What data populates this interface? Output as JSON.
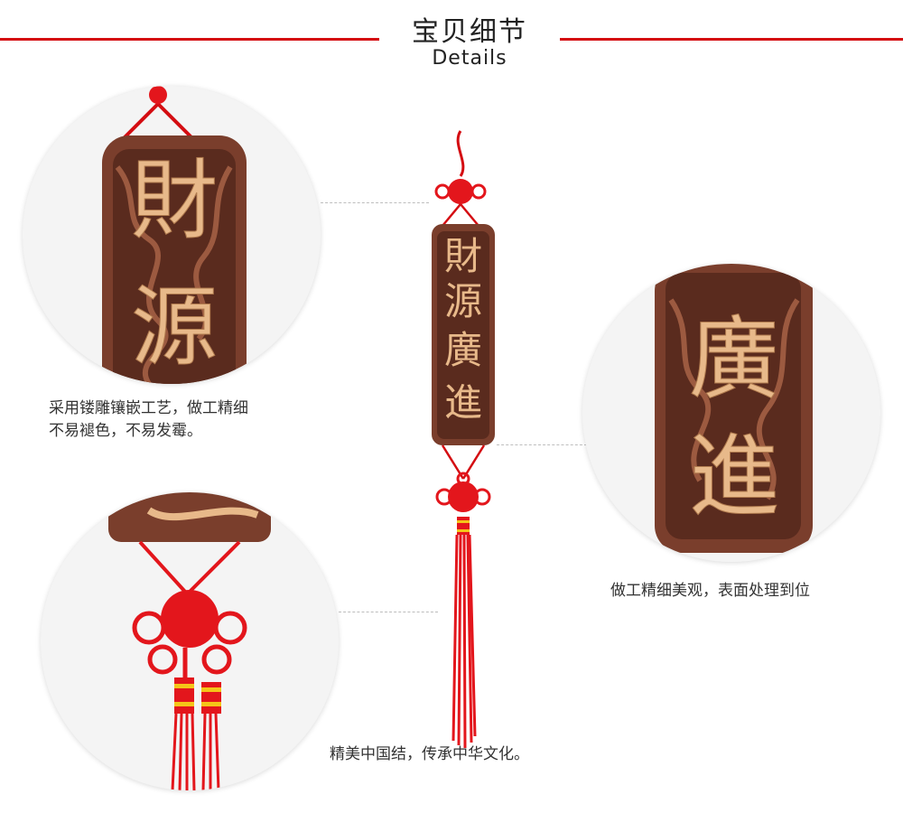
{
  "header": {
    "title_cn": "宝贝细节",
    "title_en": "Details"
  },
  "product": {
    "characters": [
      "財",
      "源",
      "廣",
      "進"
    ]
  },
  "captions": {
    "top_left_line1": "采用镂雕镶嵌工艺，做工精细",
    "top_left_line2": "不易褪色，不易发霉。",
    "right": "做工精细美观，表面处理到位",
    "bottom_center": "精美中国结，传承中华文化。"
  },
  "colors": {
    "accent_red": "#d40d12",
    "wood_dark": "#7a3e2c",
    "wood_light": "#e8b98a",
    "knot_red": "#e3161c"
  }
}
